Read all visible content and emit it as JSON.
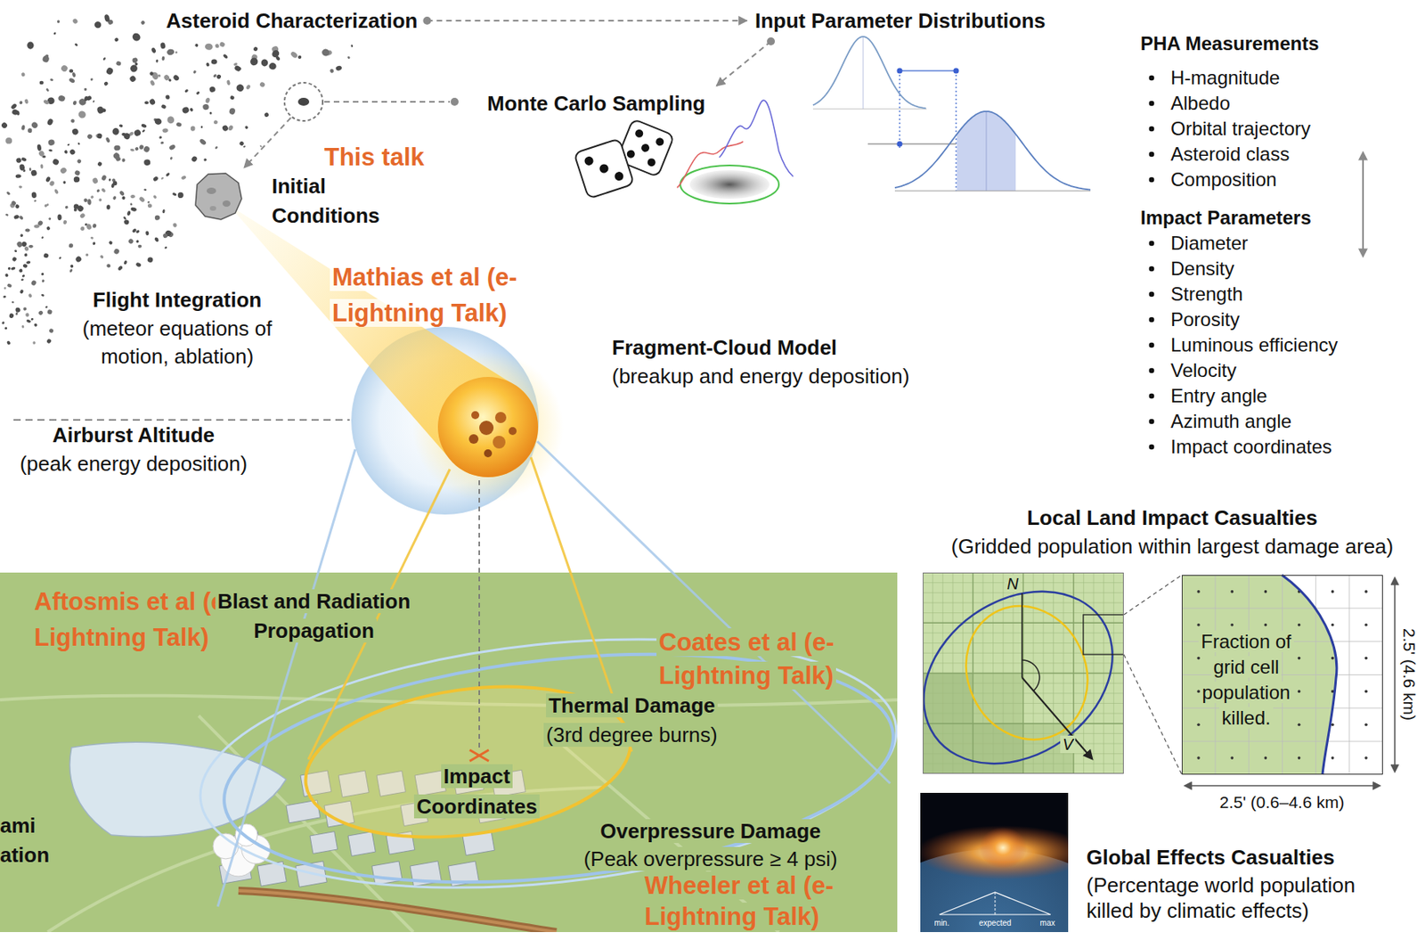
{
  "diagram": {
    "nodes": [
      {
        "text": [
          "Asteroid Characterization"
        ]
      },
      {
        "text": [
          "Input Parameter Distributions"
        ]
      },
      {
        "text": [
          "Monte Carlo Sampling"
        ]
      },
      {
        "text": [
          "Aftosmis et al (e-Lightning Talk)",
          "Blast and Radiation Propagation",
          "Coates et al (e-Lightning Talk)",
          "Thermal Damage",
          "(3rd degree burns)",
          "Impact Coordinates",
          "Overpressure Damage",
          "(Peak overpressure ≥ 4 psi)",
          "Wheeler et al (e-Lightning Talk)",
          "ami",
          "ation"
        ]
      },
      {
        "text": [
          "Fraction of grid cell population killed."
        ]
      }
    ],
    "edges": [
      {
        "from": 0,
        "to": 1,
        "arrow": "to"
      },
      {
        "from": 1,
        "to": 2,
        "arrow": "to"
      }
    ],
    "labels": [
      "This talk",
      "Initial Conditions",
      "Flight Integration",
      "(meteor equations of motion, ablation)",
      "Mathias et al (e-Lightning Talk)",
      "Fragment-Cloud Model",
      "(breakup and energy deposition)",
      "Airburst Altitude",
      "(peak energy deposition)",
      "PHA Measurements",
      "H-magnitude",
      "Albedo",
      "Orbital trajectory",
      "Asteroid class",
      "Composition",
      "Impact Parameters",
      "Diameter",
      "Density",
      "Strength",
      "Porosity",
      "Luminous efficiency",
      "Velocity",
      "Entry angle",
      "Azimuth angle",
      "Impact coordinates",
      "Local Land Impact Casualties",
      "(Gridded population within largest damage area)",
      "N",
      "V",
      "2.5' (4.6 km)",
      "2.5' (0.6–4.6 km)",
      "Global Effects Casualties",
      "(Percentage world population killed by climatic effects)",
      "min.",
      "expected",
      "max"
    ]
  }
}
